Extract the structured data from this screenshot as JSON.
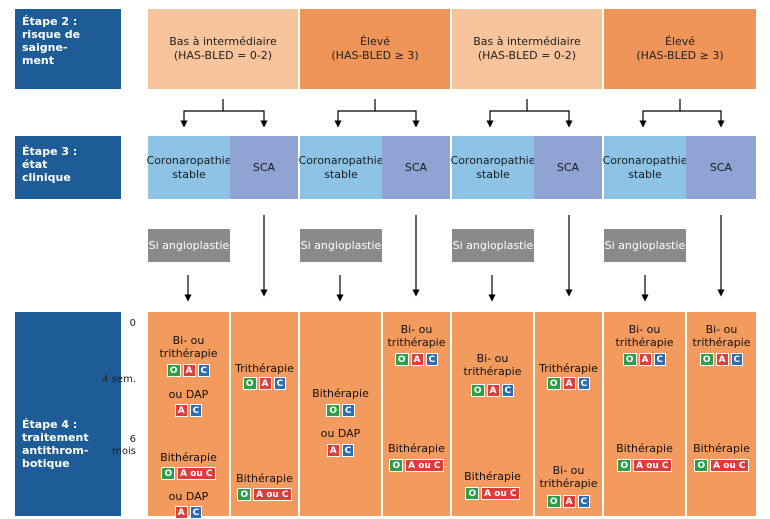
{
  "steps": {
    "s2": [
      "Étape 2 :",
      "risque de",
      "saigne-",
      "ment"
    ],
    "s3": [
      "Étape 3 :",
      "état",
      "clinique"
    ],
    "s4": [
      "Étape 4 :",
      "traitement",
      "antithrom-",
      "botique"
    ]
  },
  "bleeding": [
    {
      "line1": "Bas à intermédiaire",
      "line2": "(HAS-BLED = 0-2)"
    },
    {
      "line1": "Élevé",
      "line2": "(HAS-BLED ≥ 3)"
    },
    {
      "line1": "Bas à intermédiaire",
      "line2": "(HAS-BLED = 0-2)"
    },
    {
      "line1": "Élevé",
      "line2": "(HAS-BLED ≥ 3)"
    }
  ],
  "clinical": {
    "stable": [
      "Coronaropathie",
      "stable"
    ],
    "sca": "SCA"
  },
  "angioplasty": "Si angioplastie",
  "timeline": {
    "t0": "0",
    "t1": "4 sem.",
    "t2": [
      "6",
      "mois"
    ]
  },
  "terms": {
    "bi_tri": [
      "Bi- ou",
      "trithérapie"
    ],
    "ou_dap": "ou DAP",
    "bitherapie": "Bithérapie",
    "tritherapie": "Trithérapie",
    "bi_ou": "Bi- ou",
    "tritherapie_lc": "trithérapie"
  },
  "badges": {
    "O": "O",
    "A": "A",
    "C": "C",
    "AouC": "A ou C"
  },
  "colors": {
    "step": "#1d5c97",
    "low_risk": "#f8c49b",
    "high_risk": "#f0955a",
    "stable": "#8dc4e6",
    "sca": "#8fa4d2",
    "angioplasty": "#8a8a8a",
    "treatment": "#f39a5f",
    "badge_O": "#2e9e4a",
    "badge_A": "#d9403d",
    "badge_C": "#2b6cb3"
  }
}
